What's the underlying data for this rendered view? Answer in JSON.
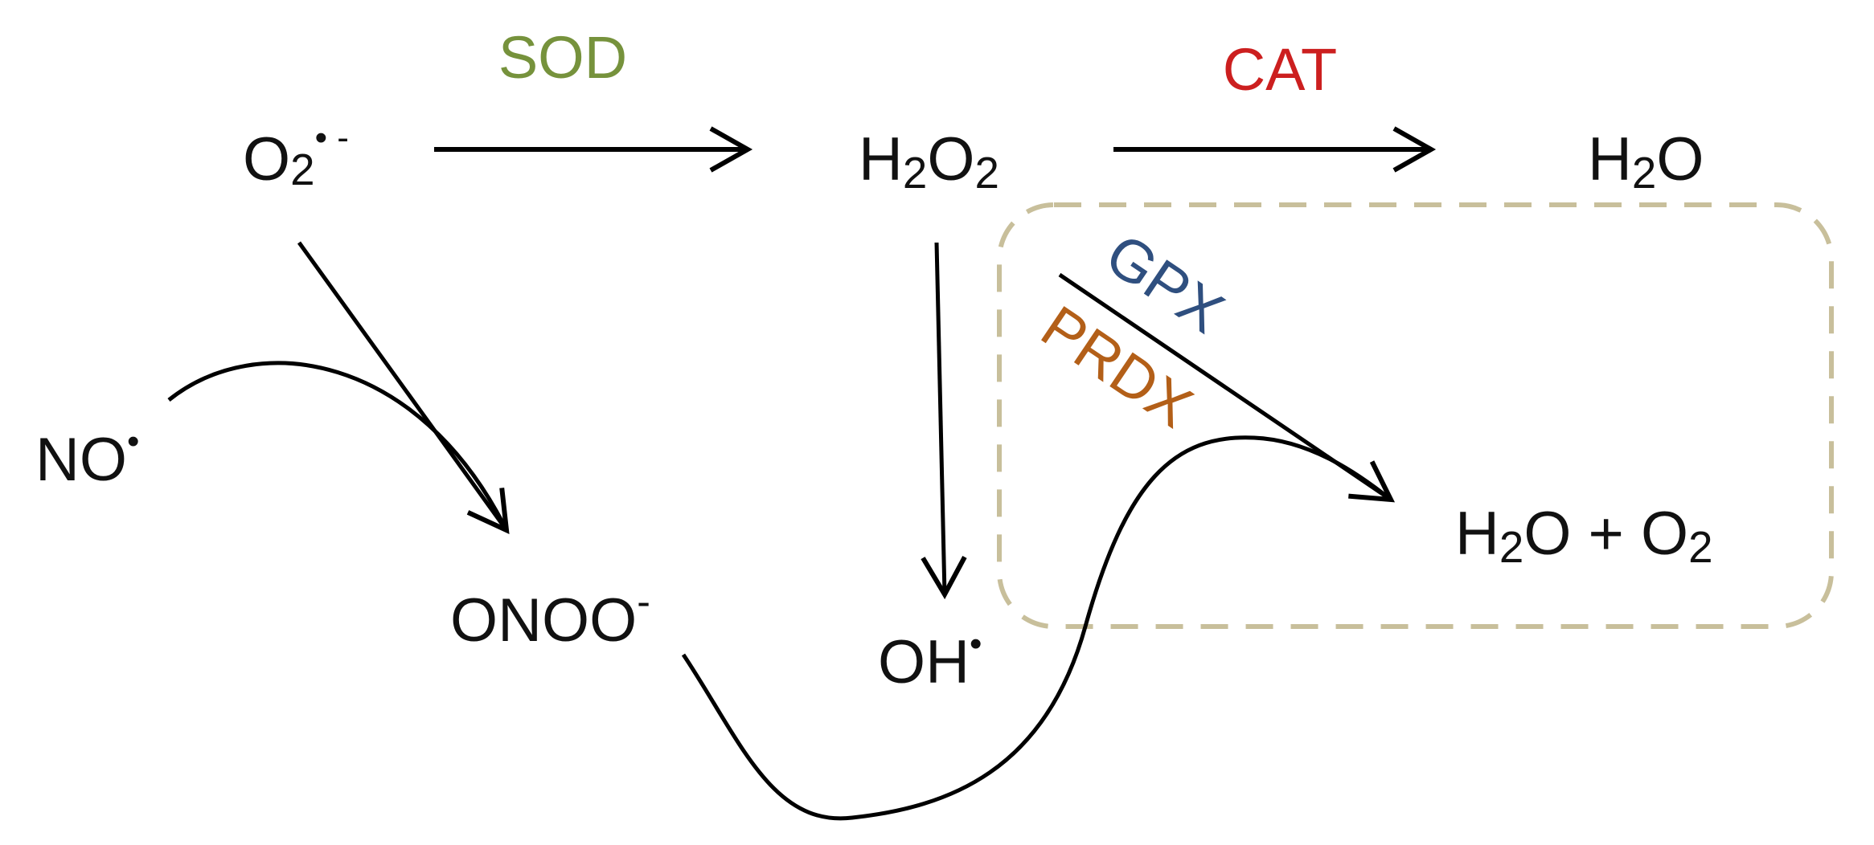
{
  "species": {
    "superoxide": {
      "base": "O",
      "sub": "2",
      "sup": "• -"
    },
    "hydrogen_peroxide": {
      "p1": "H",
      "s1": "2",
      "p2": "O",
      "s2": "2"
    },
    "water": {
      "p1": "H",
      "s1": "2",
      "p2": "O"
    },
    "nitric_oxide": {
      "base": "NO",
      "sup": "•"
    },
    "peroxynitrite": {
      "base": "ONOO",
      "sup": "-"
    },
    "hydroxyl_radical": {
      "base": "OH",
      "sup": "•"
    },
    "water_oxygen": {
      "p1": "H",
      "s1": "2",
      "p2": "O + O",
      "s2": "2"
    }
  },
  "enzymes": {
    "sod": {
      "label": "SOD",
      "color": "#76923c"
    },
    "cat": {
      "label": "CAT",
      "color": "#cc1f1f"
    },
    "gpx": {
      "label": "GPX",
      "color": "#2f4f7f"
    },
    "prdx": {
      "label": "PRDX",
      "color": "#b35f18"
    }
  },
  "colors": {
    "arrow": "#000000",
    "box": "#c8bf9b"
  }
}
